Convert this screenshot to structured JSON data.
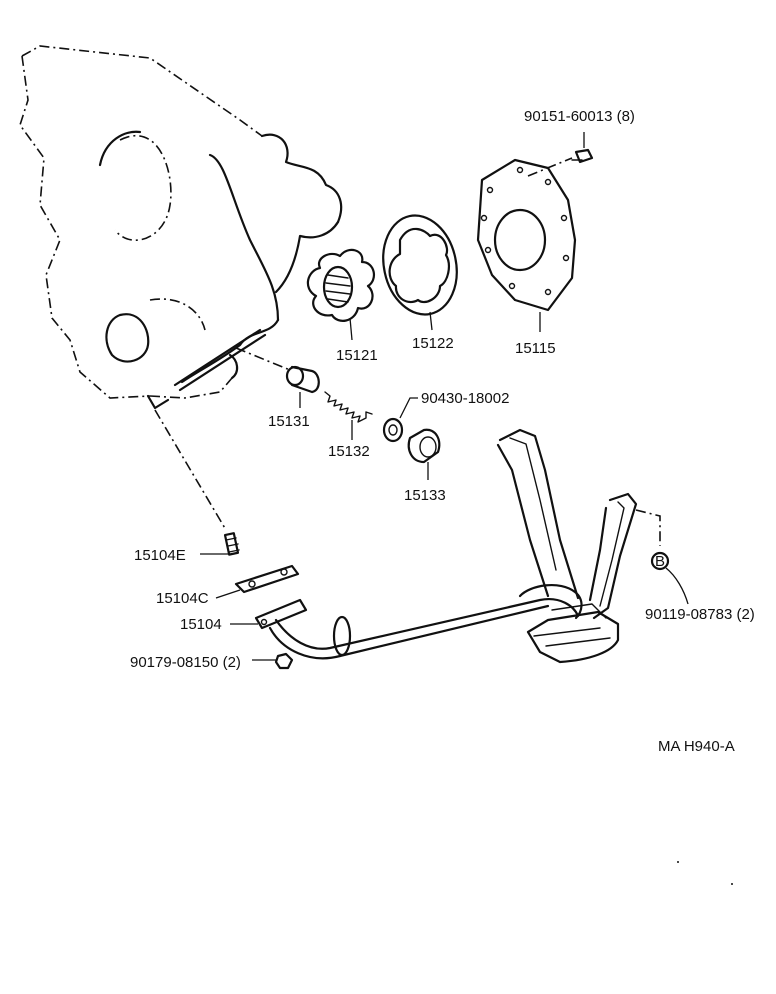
{
  "parts": {
    "bolt_top": "90151-60013 (8)",
    "p15115": "15115",
    "p15121": "15121",
    "p15122": "15122",
    "p15131": "15131",
    "p15132": "15132",
    "gasket": "90430-18002",
    "p15133": "15133",
    "p15104e": "15104E",
    "p15104c": "15104C",
    "p15104": "15104",
    "nut": "90179-08150 (2)",
    "bolt_b": "90119-08783 (2)",
    "b_marker": "B"
  },
  "diagram_code": "MA  H940-A"
}
